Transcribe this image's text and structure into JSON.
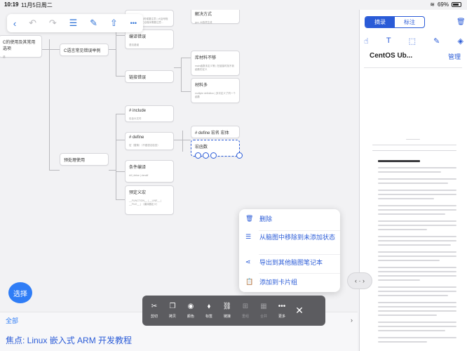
{
  "status": {
    "time": "10:19",
    "date": "11月5日周二",
    "battery": "69%"
  },
  "toolbar": {
    "back_icon": "‹",
    "undo_icon": "↶",
    "redo_icon": "↷",
    "list_icon": "☰",
    "edit_icon": "✎",
    "share_icon": "⇧",
    "more_icon": "•••"
  },
  "mindmap": {
    "left_node": "C的使用及其常用选项",
    "left_node_sub": "选",
    "node_c_errors": "C语言常见错误举例",
    "node_preprocess": "预处理使用",
    "node_compile_err": "编译错误",
    "node_compile_err_sub": "语法错误",
    "node_link_err": "链接错误",
    "node_top_a": "解决方式",
    "node_top_a_sub": "gcc -M选项生成",
    "node_top_b_sub": "在编写程序的时候要注意 | 大括号程序的设计... 无论程序需要注意...",
    "node_missing_lib": "库材料不够",
    "node_missing_lib_sub": "main函数未定义等 | 在链接时找不到函数的定义",
    "node_many_lib": "材料多",
    "node_many_lib_sub": "multiple definition | 多次定义了同一个函数",
    "node_include": "# include",
    "node_include_sub": "包含头文件",
    "node_define": "# define",
    "node_define_sub": "宏（替换）（不做语法检查）",
    "node_define_macro": "# define 宏名 宏体",
    "node_macro_func": "宏函数",
    "node_cond": "条件编译",
    "node_cond_sub": "#if | #else | #endif",
    "node_predef": "预定义宏",
    "node_predef_sub": "__FUNCTION__ | __LINE__ | __FILE__ | （编译器定义）"
  },
  "select_button": "选择",
  "context_menu": {
    "delete": "删除",
    "remove": "从脑图中移除到未添加状态",
    "export": "导出到其他脑图笔记本",
    "add_card": "添加到卡片组"
  },
  "actions": [
    {
      "icon": "✂",
      "label": "剪切",
      "dim": false
    },
    {
      "icon": "❐",
      "label": "拷贝",
      "dim": false
    },
    {
      "icon": "◉",
      "label": "颜色",
      "dim": false
    },
    {
      "icon": "⬧",
      "label": "标签",
      "dim": false
    },
    {
      "icon": "⛓",
      "label": "链接",
      "dim": false
    },
    {
      "icon": "⊞",
      "label": "重组",
      "dim": true
    },
    {
      "icon": "▦",
      "label": "合并",
      "dim": true
    },
    {
      "icon": "•••",
      "label": "更多",
      "dim": false
    }
  ],
  "close_icon": "✕",
  "bottom": {
    "all_label": "全部",
    "focus": "焦点:  Linux 嵌入式 ARM 开发教程",
    "expand_icon": "›"
  },
  "panel": {
    "tab_excerpt": "摘录",
    "tab_annotate": "标注",
    "doc_title": "CentOS Ub...",
    "manage": "管理"
  },
  "nav_pill": "‹ · ›"
}
